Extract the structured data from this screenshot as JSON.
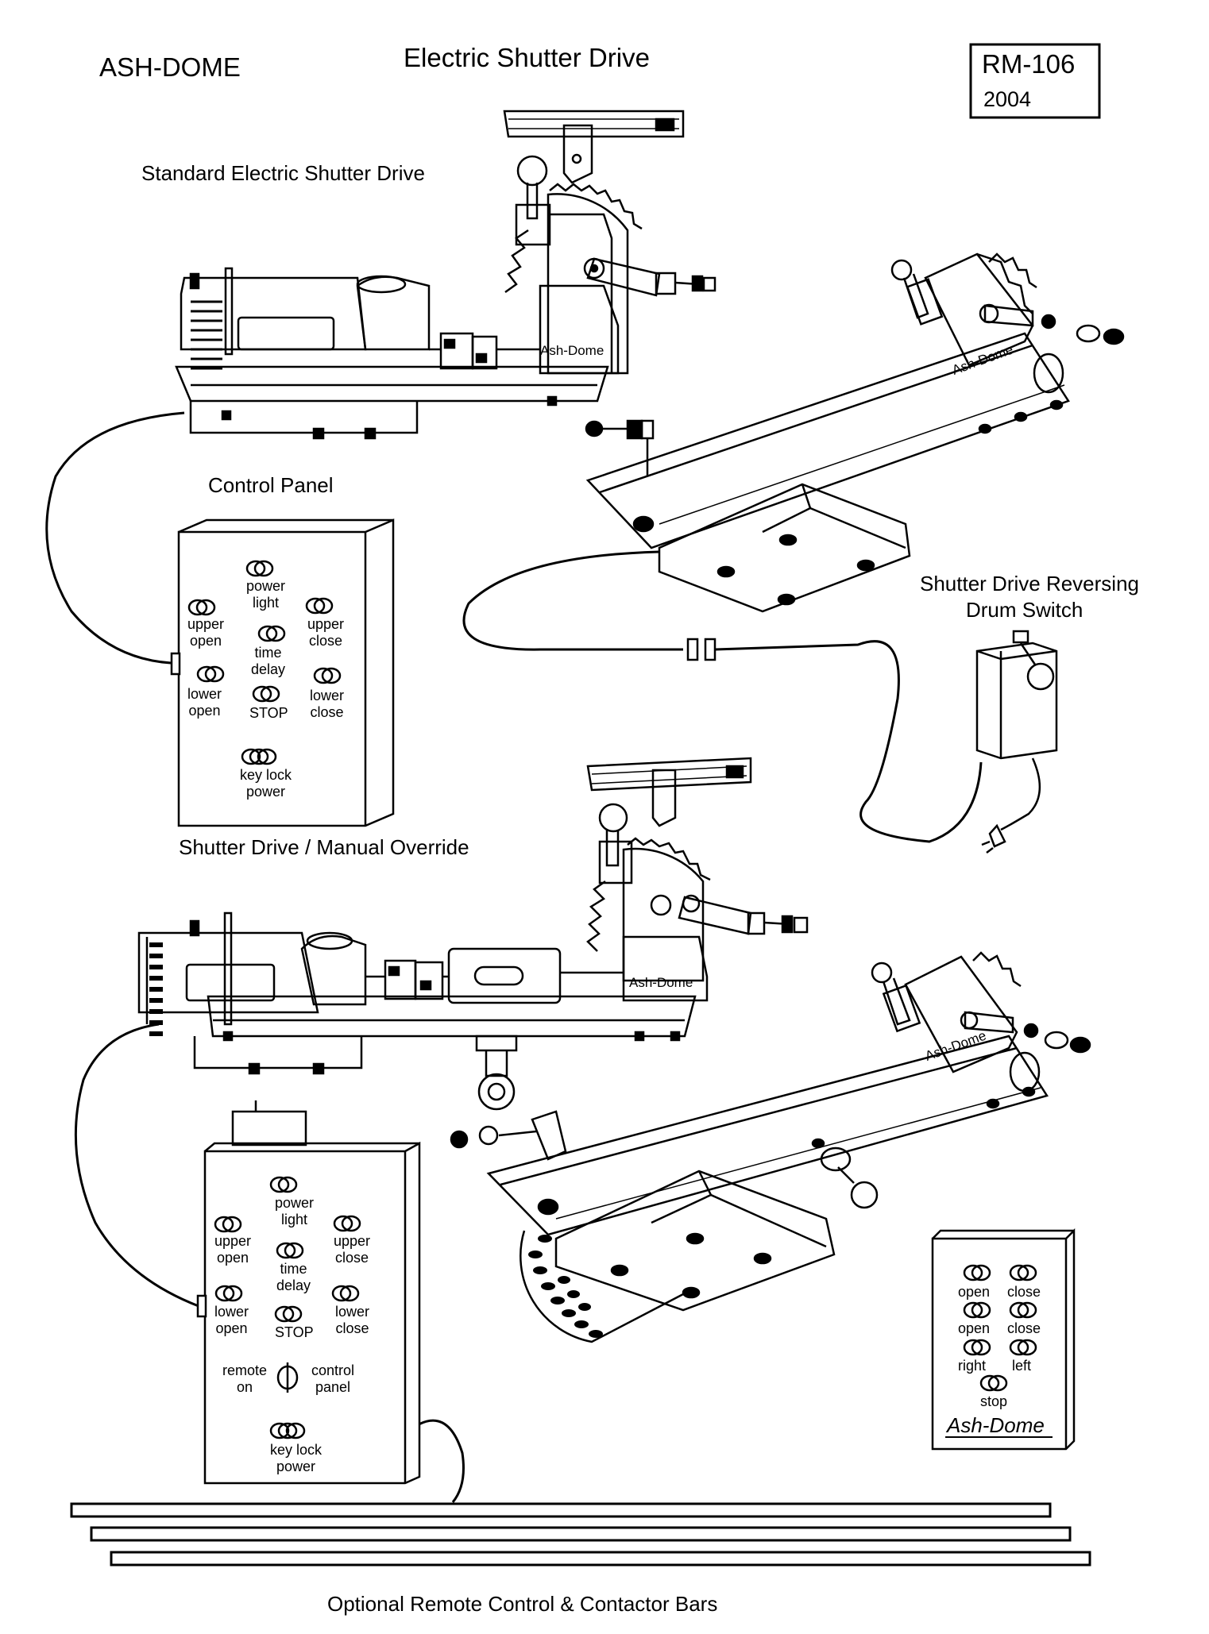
{
  "header": {
    "brand": "ASH-DOME",
    "title": "Electric Shutter Drive",
    "model_number": "RM-106",
    "year": "2004"
  },
  "captions": {
    "standard_drive": "Standard Electric Shutter Drive",
    "control_panel": "Control Panel",
    "reversing_switch_line1": "Shutter Drive Reversing",
    "reversing_switch_line2": "Drum Switch",
    "manual_override": "Shutter Drive / Manual Override",
    "remote_and_bars": "Optional Remote Control & Contactor Bars"
  },
  "drive_labels": {
    "top_side": "Ash-Dome",
    "top_angled": "Ash-Dome",
    "bottom_side": "Ash-Dome",
    "bottom_angled": "Ash-Dome"
  },
  "control_panel_1": {
    "power_light": [
      "power",
      "light"
    ],
    "upper_open": [
      "upper",
      "open"
    ],
    "upper_close": [
      "upper",
      "close"
    ],
    "time_delay": [
      "time",
      "delay"
    ],
    "lower_open": [
      "lower",
      "open"
    ],
    "stop": "STOP",
    "lower_close": [
      "lower",
      "close"
    ],
    "key_lock_power": [
      "key lock",
      "power"
    ]
  },
  "control_panel_2": {
    "power_light": [
      "power",
      "light"
    ],
    "upper_open": [
      "upper",
      "open"
    ],
    "upper_close": [
      "upper",
      "close"
    ],
    "time_delay": [
      "time",
      "delay"
    ],
    "lower_open": [
      "lower",
      "open"
    ],
    "stop": "STOP",
    "lower_close": [
      "lower",
      "close"
    ],
    "remote_on": [
      "remote",
      "on"
    ],
    "control_panel": [
      "control",
      "panel"
    ],
    "key_lock_power": [
      "key lock",
      "power"
    ]
  },
  "remote_pendant": {
    "row1_left": "open",
    "row1_right": "close",
    "row2_left": "open",
    "row2_right": "close",
    "row3_left": "right",
    "row3_right": "left",
    "stop": "stop",
    "brand": "Ash-Dome"
  }
}
